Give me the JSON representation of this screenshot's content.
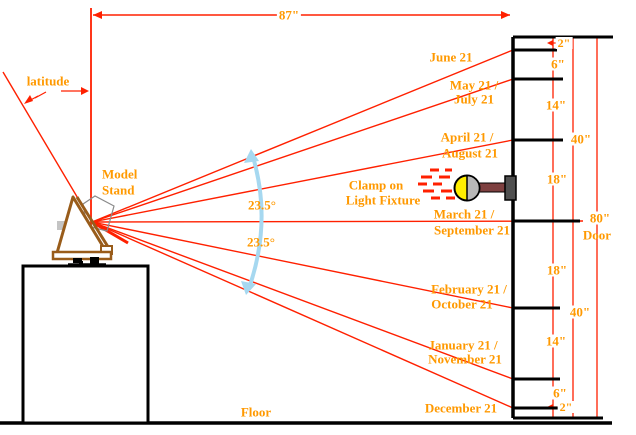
{
  "annotations": {
    "top_width": "87\"",
    "latitude": "latitude",
    "model_stand": [
      "Model",
      "Stand"
    ],
    "declination_upper": "23.5°",
    "declination_lower": "23.5°",
    "fixture": [
      "Clamp on",
      "Light Fixture"
    ],
    "floor": "Floor"
  },
  "months": [
    {
      "line1": "June 21"
    },
    {
      "line1": "May 21 /",
      "line2": "July 21"
    },
    {
      "line1": "April 21 /",
      "line2": "August 21"
    },
    {
      "line1": "March 21 /",
      "line2": "September 21"
    },
    {
      "line1": "February 21 /",
      "line2": "October 21"
    },
    {
      "line1": "January 21 /",
      "line2": "November 21"
    },
    {
      "line1": "December 21"
    }
  ],
  "door": {
    "label": "Door",
    "height": "80\"",
    "half_heights": [
      "40\"",
      "40\""
    ],
    "segments": [
      "2\"",
      "6\"",
      "14\"",
      "18\"",
      "18\"",
      "14\"",
      "6\"",
      "2\""
    ]
  },
  "colors": {
    "ray": "#ff2000",
    "label_orange": "#ff9900",
    "ink": "#000000",
    "arc_blue": "#a6d8f0",
    "stand_brown": "#995c1a",
    "bulb_yellow": "#ffee00",
    "reflector_gray": "#b8b8b8",
    "handle_maroon": "#7e4040"
  }
}
